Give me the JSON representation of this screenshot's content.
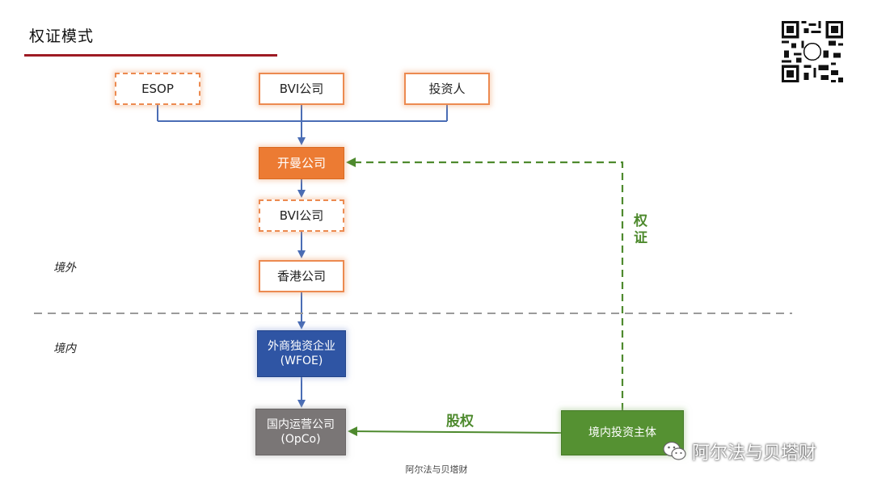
{
  "title": "权证模式",
  "regions": {
    "offshore": "境外",
    "onshore": "境内"
  },
  "nodes": {
    "esop": "ESOP",
    "bvi_top": "BVI公司",
    "investor": "投资人",
    "cayman": "开曼公司",
    "bvi_mid": "BVI公司",
    "hongkong": "香港公司",
    "wfoe": "外商独资企业\n(WFOE)",
    "opco": "国内运营公司\n(OpCo)",
    "domestic_investor": "境内投资主体"
  },
  "edge_labels": {
    "warrant": "权证",
    "equity": "股权"
  },
  "watermark": "阿尔法与贝塔财",
  "footer": "阿尔法与贝塔财",
  "icons": [
    "qr-code-icon",
    "wechat-icon"
  ],
  "colors": {
    "accent_red": "#9e1b24",
    "orange": "#ec7b33",
    "blue": "#2f55a4",
    "gray": "#7a7676",
    "green": "#559132",
    "connector_blue": "#4a6db5"
  }
}
